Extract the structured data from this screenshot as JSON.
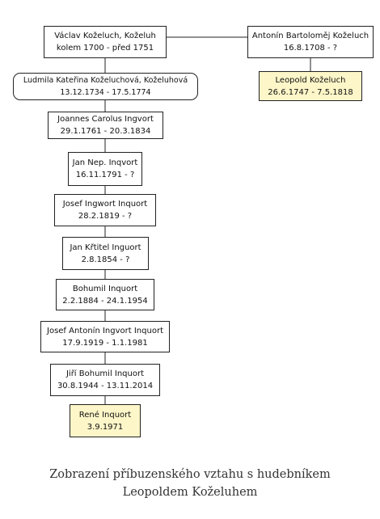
{
  "nodes": [
    {
      "id": "vaclav",
      "name": "Václav Koželuch, Koželuh",
      "dates": "kolem 1700 - před 1751"
    },
    {
      "id": "antonin",
      "name": "Antonín Bartoloměj Koželuch",
      "dates": "16.8.1708 - ?"
    },
    {
      "id": "ludmila",
      "name": "Ludmila Kateřina Koželuchová, Koželuhová",
      "dates": "13.12.1734 - 17.5.1774"
    },
    {
      "id": "leopold",
      "name": "Leopold Koželuch",
      "dates": "26.6.1747 - 7.5.1818"
    },
    {
      "id": "joannes",
      "name": "Joannes Carolus Ingvort",
      "dates": "29.1.1761 - 20.3.1834"
    },
    {
      "id": "jannep",
      "name": "Jan Nep. Inqvort",
      "dates": "16.11.1791 - ?"
    },
    {
      "id": "josef",
      "name": "Josef  Ingwort Inquort",
      "dates": "28.2.1819 - ?"
    },
    {
      "id": "jankrtitel",
      "name": "Jan Křtitel Inguort",
      "dates": "2.8.1854 - ?"
    },
    {
      "id": "bohumil",
      "name": "Bohumil Inquort",
      "dates": "2.2.1884 - 24.1.1954"
    },
    {
      "id": "josefantonin",
      "name": "Josef Antonín Ingvort Inquort",
      "dates": "17.9.1919 - 1.1.1981"
    },
    {
      "id": "jiri",
      "name": "Jiří Bohumil Inquort",
      "dates": "30.8.1944 - 13.11.2014"
    },
    {
      "id": "rene",
      "name": "René Inquort",
      "dates": "3.9.1971"
    }
  ],
  "caption": {
    "line1": "Zobrazení příbuzenského vztahu s hudebníkem",
    "line2": "Leopoldem Koželuhem"
  }
}
